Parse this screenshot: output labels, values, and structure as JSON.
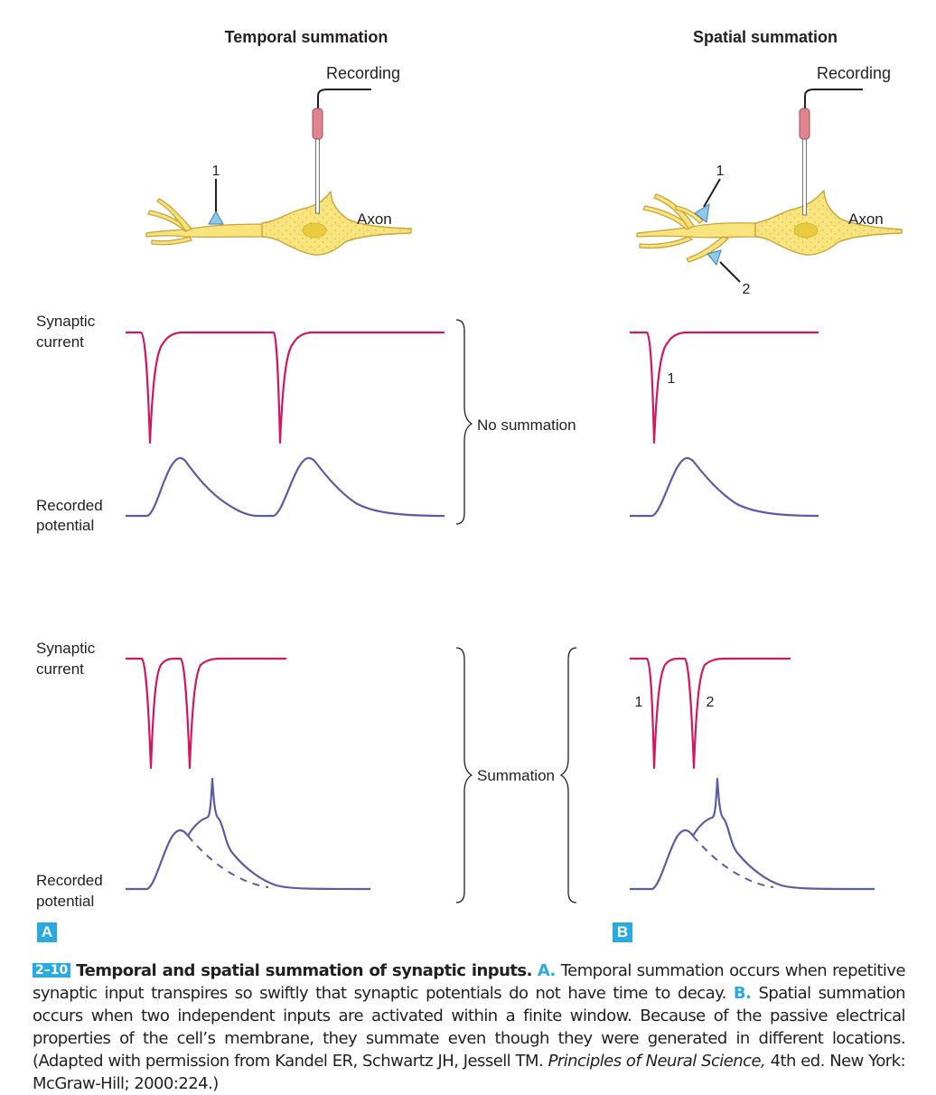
{
  "headings": {
    "temporal": "Temporal summation",
    "spatial": "Spatial summation"
  },
  "neuron_labels": {
    "recording_left": "Recording",
    "recording_right": "Recording",
    "axon_left": "Axon",
    "axon_right": "Axon",
    "input_left_1": "1",
    "input_right_1": "1",
    "input_right_2": "2"
  },
  "trace_labels": {
    "synaptic_current_top": [
      "Synaptic",
      "current"
    ],
    "recorded_potential_top": [
      "Recorded",
      "potential"
    ],
    "synaptic_current_bottom": [
      "Synaptic",
      "current"
    ],
    "recorded_potential_bottom": [
      "Recorded",
      "potential"
    ],
    "trace_b_top_1": "1",
    "trace_b_bottom_1": "1",
    "trace_b_bottom_2": "2"
  },
  "brackets": {
    "no_summation": "No summation",
    "summation": "Summation"
  },
  "panels": {
    "a": "A",
    "b": "B"
  },
  "caption": {
    "figure_number": "2–10",
    "title": "Temporal and spatial summation of synaptic inputs.",
    "part_a_label": "A.",
    "part_a_text": "Temporal summation occurs when repetitive synaptic input transpires so swiftly that synaptic potentials do not have time to decay.",
    "part_b_label": "B.",
    "part_b_text": "Spatial summation occurs when two independent inputs are activated within a finite window. Because of the passive electrical properties of the cell’s membrane, they summate even though they were generated in different locations. (Adapted with permission from Kandel ER, Schwartz JH, Jessell TM.",
    "citation_italic": "Principles of Neural Science,",
    "citation_tail": "4th ed. New York: McGraw-Hill; 2000:224.)"
  },
  "colors": {
    "current_trace": "#d1175f",
    "potential_trace": "#5b5ba6",
    "neuron_fill": "#f8e47c",
    "neuron_stroke": "#c9a43a",
    "nucleus": "#e8cc3e",
    "synapse": "#8ec9ec",
    "electrode": "#e0858f",
    "accent": "#29abe2"
  }
}
